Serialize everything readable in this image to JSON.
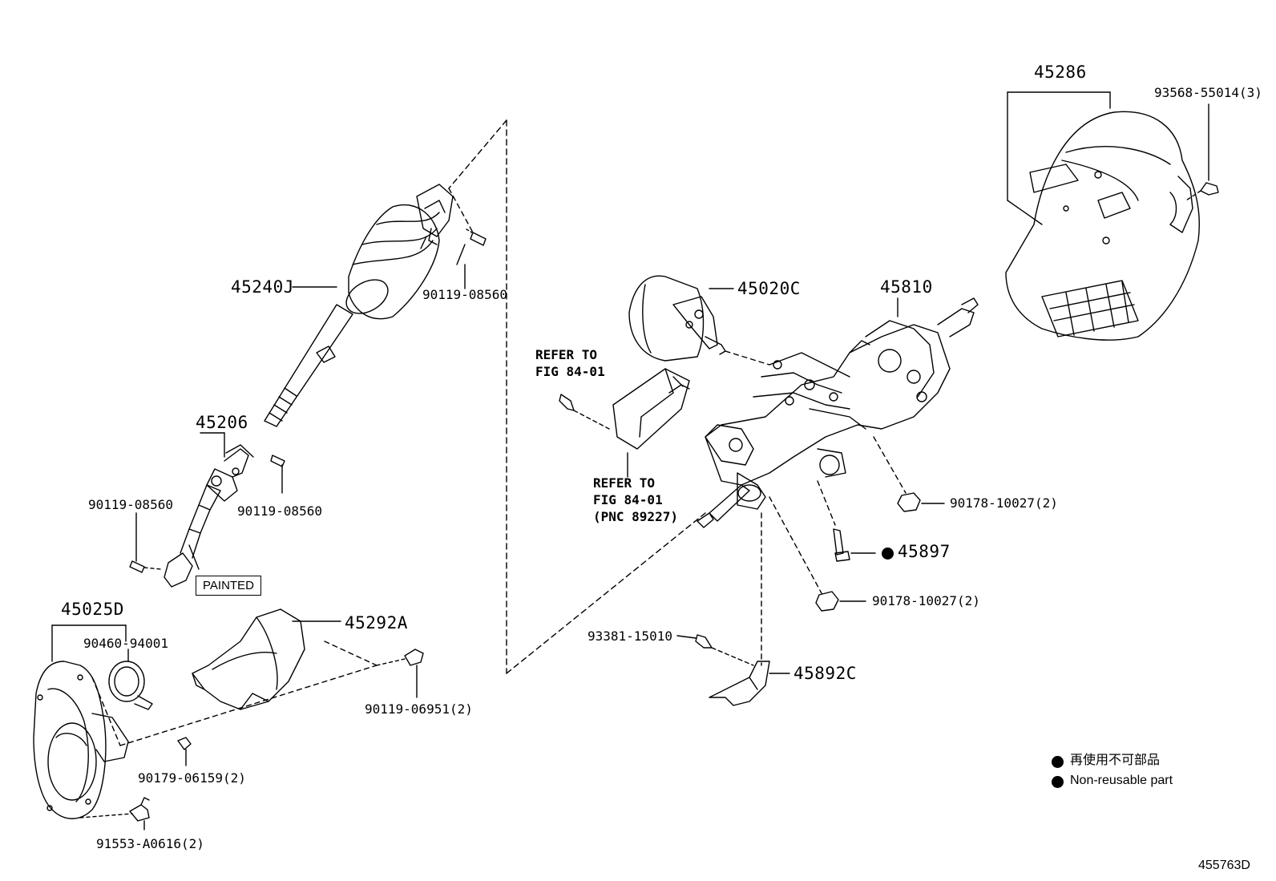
{
  "diagram": {
    "figure_id": "455763D",
    "labels": {
      "p45286": "45286",
      "p93568": "93568-55014(3)",
      "p45240J": "45240J",
      "p90119_top": "90119-08560",
      "p45020C": "45020C",
      "p45810": "45810",
      "p45206": "45206",
      "p90119_left": "90119-08560",
      "p90119_mid": "90119-08560",
      "p90178_a": "90178-10027(2)",
      "p45897": "45897",
      "p90178_b": "90178-10027(2)",
      "p45025D": "45025D",
      "p90460": "90460-94001",
      "p45292A": "45292A",
      "p90119_06951": "90119-06951(2)",
      "p90179": "90179-06159(2)",
      "p91553": "91553-A0616(2)",
      "p93381": "93381-15010",
      "p45892C": "45892C"
    },
    "references": {
      "ref1": "REFER TO\nFIG 84-01",
      "ref2": "REFER TO\nFIG 84-01\n(PNC 89227)"
    },
    "painted": "PAINTED",
    "legend": {
      "jp": "再使用不可部品",
      "en": "Non-reusable part"
    }
  }
}
